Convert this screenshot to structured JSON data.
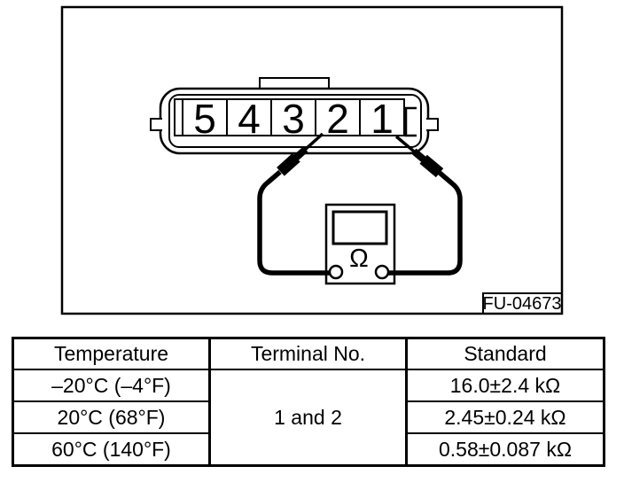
{
  "figure": {
    "id_label": "FU-04673",
    "connector": {
      "pins": [
        "5",
        "4",
        "3",
        "2",
        "1"
      ]
    },
    "multimeter": {
      "display_symbol": "Ω"
    }
  },
  "spec_table": {
    "headers": {
      "temperature": "Temperature",
      "terminal": "Terminal No.",
      "standard": "Standard"
    },
    "terminal_value": "1 and 2",
    "rows": [
      {
        "temperature": "–20°C (–4°F)",
        "standard": "16.0±2.4 kΩ"
      },
      {
        "temperature": "20°C (68°F)",
        "standard": "2.45±0.24 kΩ"
      },
      {
        "temperature": "60°C (140°F)",
        "standard": "0.58±0.087 kΩ"
      }
    ]
  },
  "colors": {
    "line": "#000000",
    "background": "#ffffff"
  }
}
